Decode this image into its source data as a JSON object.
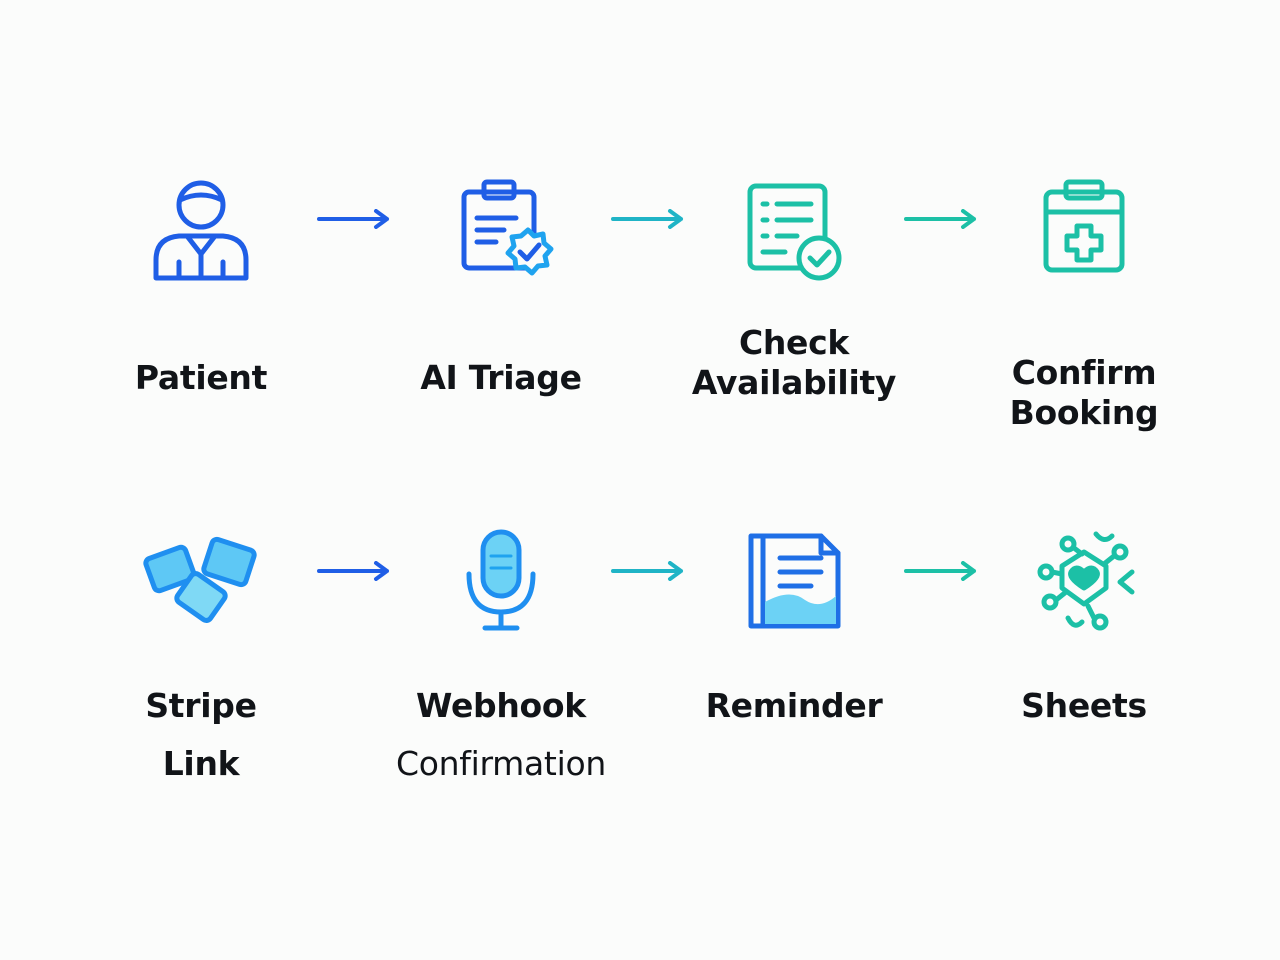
{
  "colors": {
    "blue": "#1f5ee6",
    "sky": "#1fa3ef",
    "teal": "#1cc0a6",
    "text": "#111418",
    "background": "#fbfcfb"
  },
  "rows": [
    {
      "nodes": [
        {
          "icon": "patient-icon",
          "label_lines": [
            "Patient"
          ]
        },
        {
          "icon": "clipboard-badge-icon",
          "label_lines": [
            "AI Triage"
          ]
        },
        {
          "icon": "checklist-check-icon",
          "label_lines": [
            "Check",
            "Availability"
          ]
        },
        {
          "icon": "medical-clipboard-icon",
          "label_lines": [
            "Confirm",
            "Booking"
          ]
        }
      ]
    },
    {
      "nodes": [
        {
          "icon": "cards-icon",
          "label_lines": [
            "Stripe",
            "Link"
          ]
        },
        {
          "icon": "microphone-icon",
          "label_lines": [
            "Webhook",
            "Confirmation"
          ]
        },
        {
          "icon": "document-icon",
          "label_lines": [
            "Reminder"
          ]
        },
        {
          "icon": "network-heart-icon",
          "label_lines": [
            "Sheets"
          ]
        }
      ]
    }
  ]
}
